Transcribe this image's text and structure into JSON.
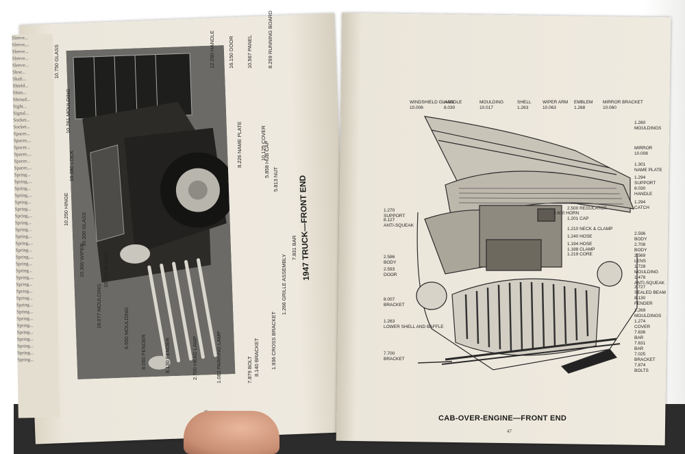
{
  "left_page": {
    "caption": "1947 TRUCK—FRONT END",
    "page_number": "46",
    "labels": [
      "12.260 HANDLE",
      "16.150 DOOR",
      "10.567 PANEL",
      "8.299 RUNNING BOARD",
      "10.125 COVER",
      "8.226 NAME PLATE",
      "5.858 HUB CAP",
      "5.813 NUT",
      "7.831 BAR",
      "1.266 GRILLE ASSEMBLY",
      "1.936 CROSS BRACKET",
      "8.140 BRACKET",
      "7.879 BOLT",
      "1.082 PARKING LAMP",
      "2.700 HEAD LAMP",
      "8.130 FENDER",
      "8.050 FENDER",
      "6.550 MOULDING",
      "18.077 MOULDING",
      "10.026 GLASS",
      "10.300 WIPER",
      "10.750 GLASS",
      "10.261 MOULDING",
      "10.380 LOCK",
      "10.250 HINGE",
      "10.300 GLASS"
    ],
    "index_lines": [
      "Sleeve...",
      "Sleeve,...",
      "Sleeve...",
      "Sleeve...",
      "Sleeve...",
      "Shoe...",
      "Shaft...",
      "Shield...",
      "Shim...",
      "Shroud...",
      "Sight...",
      "Signal...",
      "Socket...",
      "Socket...",
      "Spacer...",
      "Spacer,...",
      "Spacer...",
      "Spacer,...",
      "Spacer...",
      "Spacer,...",
      "Spring...",
      "Spring,...",
      "Spring...",
      "Spring,...",
      "Spring...",
      "Spring...",
      "Spring,...",
      "Spring...",
      "Spring...",
      "Spring...",
      "Spring,...",
      "Spring...",
      "Spring,...",
      "Spring...",
      "Spring...",
      "Spring,...",
      "Spring...",
      "Spring...",
      "Spring...",
      "Spring...",
      "Spring...",
      "Spring...",
      "Spring...",
      "Spring...",
      "Spring...",
      "Spring...",
      "Spring...",
      "Spring..."
    ]
  },
  "right_page": {
    "caption": "CAB-OVER-ENGINE—FRONT END",
    "page_number": "47",
    "labels_top": [
      {
        "name": "WINDSHIELD GLASS",
        "num": "10.006"
      },
      {
        "name": "HANDLE",
        "num": "8.030"
      },
      {
        "name": "MOULDING",
        "num": "10.017"
      },
      {
        "name": "SHELL",
        "num": "1.263"
      },
      {
        "name": "WIPER ARM",
        "num": "10.063"
      },
      {
        "name": "EMBLEM",
        "num": "1.268"
      },
      {
        "name": "MIRROR BRACKET",
        "num": "10.060"
      }
    ],
    "labels_right": [
      {
        "num": "1.260",
        "name": "MOULDINGS"
      },
      {
        "num": "MIRROR",
        "name": "10.008"
      },
      {
        "num": "1.301",
        "name": "NAME PLATE"
      },
      {
        "num": "1.294",
        "name": "SUPPORT"
      },
      {
        "num": "8.030",
        "name": "HANDLE"
      },
      {
        "num": "1.294",
        "name": "CATCH"
      },
      {
        "num": "2.596",
        "name": "BODY"
      },
      {
        "num": "2.708",
        "name": "BODY"
      },
      {
        "num": "2.569",
        "name": "LENS"
      },
      {
        "num": "1.728",
        "name": "MOULDING"
      },
      {
        "num": "1.478",
        "name": "ANTI-SQUEAK"
      },
      {
        "num": "2.727",
        "name": "SEALED BEAM"
      },
      {
        "num": "8.130",
        "name": "FENDER"
      },
      {
        "num": "1.269",
        "name": "MOULDINGS"
      },
      {
        "num": "1.274",
        "name": "COVER"
      },
      {
        "num": "7.836",
        "name": "BAR"
      },
      {
        "num": "7.831",
        "name": "BAR"
      },
      {
        "num": "7.025",
        "name": "BRACKET"
      },
      {
        "num": "7.874",
        "name": "BOLTS"
      }
    ],
    "labels_center": [
      "2.500 REGULATOR",
      "1.201 CAP",
      "2.600 HORN",
      "1.210 NECK & CLAMP",
      "1.240 HOSE",
      "1.194 HOSE",
      "1.188 CLAMP",
      "1.219 CORE"
    ],
    "labels_left": [
      {
        "num": "1.270",
        "name": "SUPPORT"
      },
      {
        "num": "8.127",
        "name": "ANTI-SQUEAK"
      },
      {
        "num": "2.586",
        "name": "BODY"
      },
      {
        "num": "2.593",
        "name": "DOOR"
      },
      {
        "num": "8.007",
        "name": "BRACKET"
      },
      {
        "num": "1.263",
        "name": "LOWER SHELL AND BAFFLE"
      },
      {
        "num": "7.700",
        "name": "BRACKET"
      }
    ]
  }
}
